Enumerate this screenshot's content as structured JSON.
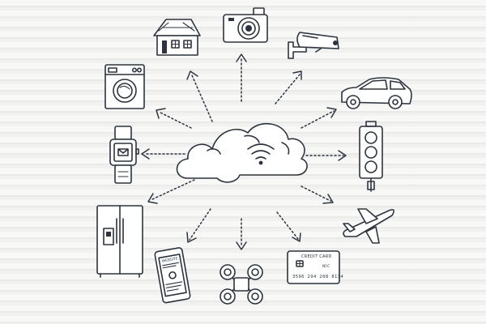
{
  "diagram": {
    "hub": "cloud-wifi",
    "devices": [
      "house",
      "camera",
      "security-camera",
      "car",
      "traffic-light",
      "airplane",
      "credit-card",
      "drone",
      "smartphone",
      "refrigerator",
      "smartwatch",
      "washing-machine"
    ]
  },
  "credit_card": {
    "title": "CREDIT CARD",
    "nfc": "NFC",
    "number": "3596 294 208 8114"
  },
  "smartphone": {
    "header": "WEBSITE"
  },
  "colors": {
    "background": "#efefee",
    "ink": "#2b3440"
  }
}
